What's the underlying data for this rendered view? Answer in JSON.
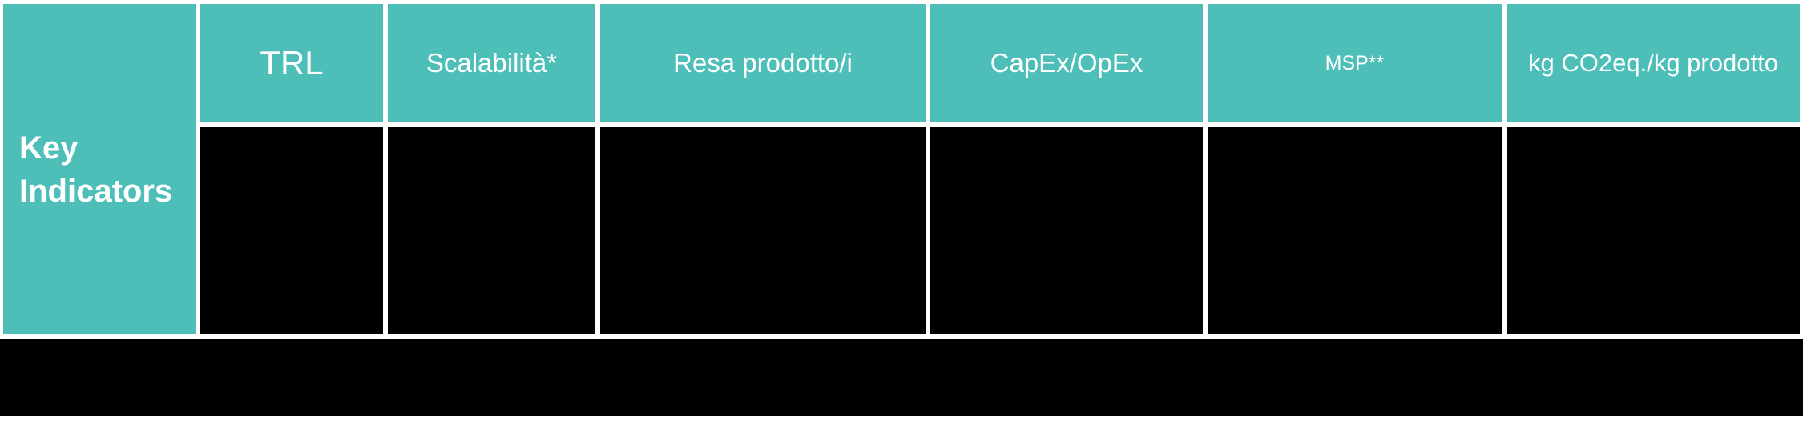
{
  "table": {
    "row_header": "Key Indicators",
    "headers": [
      {
        "label": "TRL"
      },
      {
        "label": "Scalabilità*"
      },
      {
        "label": "Resa prodotto/i"
      },
      {
        "label": "CapEx/OpEx"
      },
      {
        "label": "MSP**"
      },
      {
        "label": "kg CO2eq./kg prodotto"
      }
    ],
    "body_cells": [
      {
        "text": ""
      },
      {
        "text": ""
      },
      {
        "text": ""
      },
      {
        "text": ""
      },
      {
        "text": ""
      },
      {
        "text": ""
      }
    ]
  },
  "bottom_bar": {
    "text": ""
  },
  "colors": {
    "teal": "#4dbfb8",
    "black": "#000000",
    "header_text": "#ffffff"
  }
}
